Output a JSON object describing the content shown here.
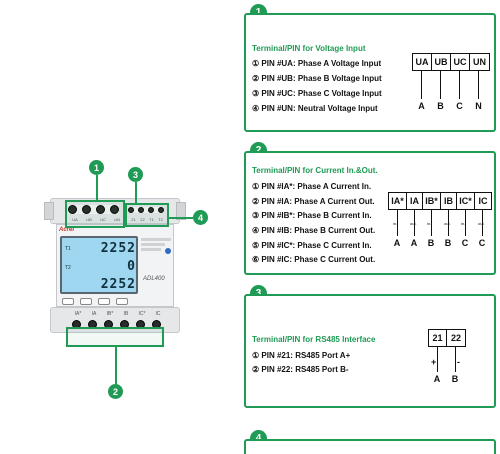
{
  "badges": [
    "1",
    "2",
    "3",
    "4"
  ],
  "device": {
    "brand": "Acrel",
    "model": "ADL400",
    "lcd_rows": [
      "2252",
      "0",
      "2252"
    ],
    "lcd_labels": [
      "T1",
      "T2"
    ],
    "top_terminals": [
      "UA",
      "UB",
      "UC",
      "UN",
      "21",
      "22",
      "T1",
      "T2"
    ],
    "bottom_terminals": [
      "IA*",
      "IA",
      "IB*",
      "IB",
      "IC*",
      "IC"
    ]
  },
  "panel1": {
    "title": "Terminal/PIN for Voltage Input",
    "pins": [
      "① PIN #UA: Phase A Voltage Input",
      "② PIN #UB: Phase B Voltage Input",
      "③ PIN #UC: Phase C Voltage Input",
      "④ PIN #UN: Neutral Voltage Input"
    ],
    "cells": [
      "UA",
      "UB",
      "UC",
      "UN"
    ],
    "legs": [
      "A",
      "B",
      "C",
      "N"
    ]
  },
  "panel2": {
    "title": "Terminal/PIN for Current In.&Out.",
    "pins": [
      "① PIN #IA*: Phase A Current In.",
      "② PIN #IA: Phase A Current Out.",
      "③ PIN #IB*: Phase B Current In.",
      "④ PIN #IB: Phase B Current Out.",
      "⑤ PIN #IC*: Phase C Current In.",
      "⑥ PIN #IC: Phase C Current Out."
    ],
    "cells": [
      "IA*",
      "IA",
      "IB*",
      "IB",
      "IC*",
      "IC"
    ],
    "legs": [
      "A",
      "A",
      "B",
      "B",
      "C",
      "C"
    ],
    "subs": [
      "in.",
      "out.",
      "in.",
      "out.",
      "in.",
      "out."
    ]
  },
  "panel3": {
    "title": "Terminal/PIN for RS485 Interface",
    "pins": [
      "① PIN #21: RS485 Port A+",
      "② PIN #22: RS485 Port B-"
    ],
    "cells": [
      "21",
      "22"
    ],
    "signs": [
      "+",
      "-"
    ],
    "legs": [
      "A",
      "B"
    ]
  },
  "colors": {
    "accent": "#1f9b55",
    "lcd": "#9ed7ef"
  }
}
